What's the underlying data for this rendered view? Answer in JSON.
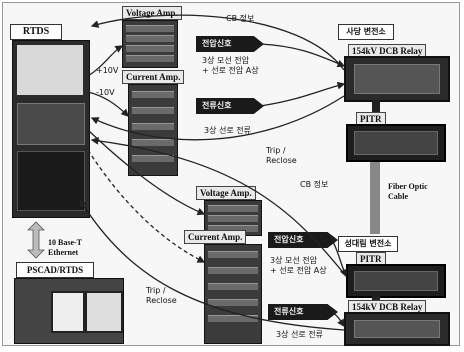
{
  "diagram": {
    "rtds_label": "RTDS",
    "pscad_label": "PSCAD/RTDS",
    "ethernet_label": "10 Base-T\nEthernet",
    "voltage_amp_top": "Voltage Amp.",
    "current_amp_top": "Current Amp.",
    "voltage_amp_bottom": "Voltage Amp.",
    "current_amp_bottom": "Current Amp.",
    "plus10v": "+10V",
    "minus10v": "-10V",
    "cb_info_top": "CB 정보",
    "cb_info_mid": "CB 정보",
    "arrow_v_top": "전압신호",
    "arrow_i_top": "전류신호",
    "arrow_v_bottom": "전압신호",
    "arrow_i_bottom": "전류신호",
    "note_voltage_top": "3상 모선 전압\n+ 선로 전압 A상",
    "note_current_top": "3상 선로 전류",
    "note_voltage_bottom": "3상 모선 전압\n+ 선로 전압 A상",
    "note_current_bottom": "3상 선로 전류",
    "trip_reclose_mid": "Trip /\nReclose",
    "trip_reclose_bottom": "Trip /\nReclose",
    "substation_a": "사당 변전소",
    "substation_b": "성대림 변전소",
    "relay_top": "154kV DCB Relay",
    "relay_bottom": "154kV DCB Relay",
    "pitr_top": "PITR",
    "pitr_bottom": "PITR",
    "fiber_cable": "Fiber Optic\nCable"
  }
}
